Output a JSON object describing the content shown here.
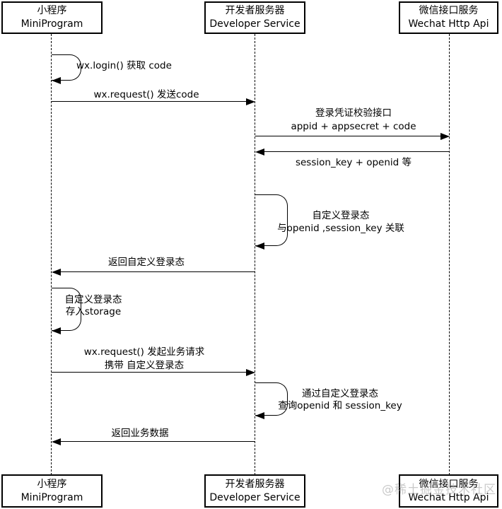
{
  "diagram": {
    "actors": [
      {
        "id": "miniprogram",
        "zh": "小程序",
        "en": "MiniProgram"
      },
      {
        "id": "developer",
        "zh": "开发者服务器",
        "en": "Developer Service"
      },
      {
        "id": "wechat",
        "zh": "微信接口服务",
        "en": "Wechat Http Api"
      }
    ],
    "messages": [
      {
        "type": "self",
        "actor": "miniprogram",
        "line1": "wx.login() 获取 code"
      },
      {
        "type": "arrow",
        "from": "miniprogram",
        "to": "developer",
        "line1": "wx.request() 发送code"
      },
      {
        "type": "arrow",
        "from": "developer",
        "to": "wechat",
        "line1": "登录凭证校验接口",
        "line2": "appid + appsecret + code"
      },
      {
        "type": "arrow",
        "from": "wechat",
        "to": "developer",
        "line1": "session_key + openid 等"
      },
      {
        "type": "self",
        "actor": "developer",
        "line1": "自定义登录态",
        "line2": "与openid ,session_key 关联"
      },
      {
        "type": "arrow",
        "from": "developer",
        "to": "miniprogram",
        "line1": "返回自定义登录态"
      },
      {
        "type": "self",
        "actor": "miniprogram",
        "line1": "自定义登录态",
        "line2": "存入storage"
      },
      {
        "type": "arrow",
        "from": "miniprogram",
        "to": "developer",
        "line1": "wx.request() 发起业务请求",
        "line2": "携带 自定义登录态"
      },
      {
        "type": "self",
        "actor": "developer",
        "line1": "通过自定义登录态",
        "line2": "查询openid 和 session_key"
      },
      {
        "type": "arrow",
        "from": "developer",
        "to": "miniprogram",
        "line1": "返回业务数据"
      }
    ],
    "watermark": "@稀土掘金技术社区",
    "colors": {
      "line": "#000000",
      "background": "#ffffff",
      "watermark": "#a0a0a0"
    }
  }
}
